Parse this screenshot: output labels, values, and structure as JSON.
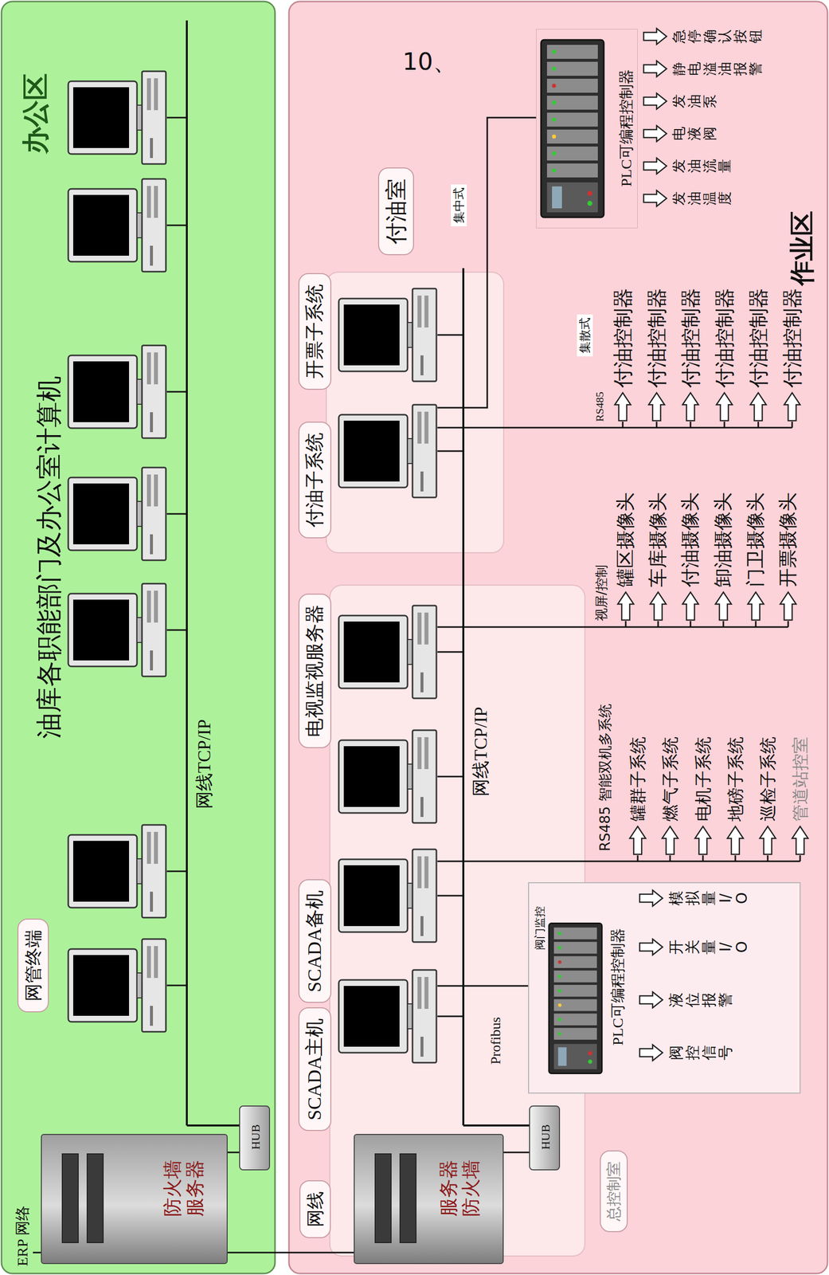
{
  "diagram": {
    "nodes": [
      {
        "text": [
          "办公区"
        ]
      },
      {
        "text": [
          "作业区"
        ]
      },
      {
        "text": [
          "防火墙 服务器"
        ],
        "in": 0
      },
      {
        "text": [
          "HUB"
        ],
        "in": 0
      },
      {
        "text": [
          "网管终端"
        ],
        "in": 0
      },
      {
        "text": [
          "服务器 防火墙"
        ],
        "in": 1
      },
      {
        "text": [
          "HUB"
        ],
        "in": 1
      },
      {
        "text": [
          "网线"
        ],
        "in": 1
      },
      {
        "text": [
          "总控制室"
        ],
        "in": 1
      },
      {
        "text": [
          "SCADA主机"
        ],
        "in": 1
      },
      {
        "text": [
          "SCADA备机"
        ],
        "in": 1
      },
      {
        "text": [
          "电视监视服务器"
        ],
        "in": 1
      },
      {
        "text": [
          "付油子系统"
        ],
        "in": 1
      },
      {
        "text": [
          "开票子系统"
        ],
        "in": 1
      },
      {
        "text": [
          "付油室"
        ],
        "in": 1
      },
      {
        "text": [
          "阀门监控",
          "PLC可编程控制器"
        ],
        "in": 1
      },
      {
        "text": [
          "PLC可编程控制器"
        ],
        "in": 1
      }
    ],
    "edges": [
      {
        "from": 2,
        "to": 3,
        "arrow": "none"
      },
      {
        "from": 2,
        "to": 5,
        "arrow": "none"
      },
      {
        "from": 5,
        "to": 6,
        "arrow": "none"
      }
    ],
    "labels": [
      "ERP 网络",
      "油库各职能部门及办公室计算机",
      "网线TCP/IP",
      "网线TCP/IP",
      "Profibus",
      "集中式",
      "集散式",
      "RS485",
      "视屏/控制",
      "RS485 智能双机多系统",
      "付油控制器",
      "付油控制器",
      "付油控制器",
      "付油控制器",
      "付油控制器",
      "付油控制器",
      "罐区摄像头",
      "车库摄像头",
      "付油摄像头",
      "卸油摄像头",
      "门卫摄像头",
      "开票摄像头",
      "罐群子系统",
      "燃气子系统",
      "电机子系统",
      "地磅子系统",
      "巡检子系统",
      "管道站控室",
      "阀控信号",
      "液位报警",
      "开关量 I/O",
      "模拟量 I/O",
      "急停确认按钮",
      "静电溢油报警",
      "发油泵",
      "电液阀",
      "发油流量",
      "发油温度",
      "10、"
    ]
  }
}
